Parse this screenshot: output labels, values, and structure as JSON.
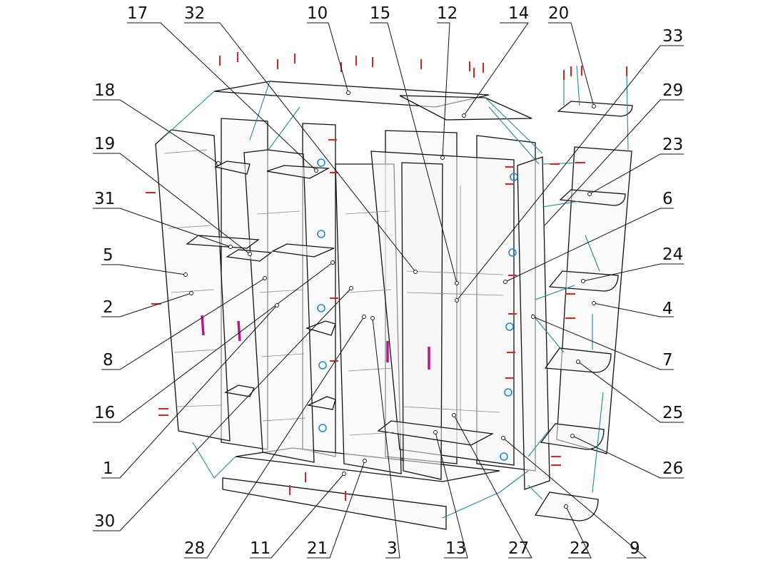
{
  "labels": {
    "l1": "1",
    "l2": "2",
    "l3": "3",
    "l4": "4",
    "l5": "5",
    "l6": "6",
    "l7": "7",
    "l8": "8",
    "l9": "9",
    "l10": "10",
    "l11": "11",
    "l12": "12",
    "l13": "13",
    "l14": "14",
    "l15": "15",
    "l16": "16",
    "l17": "17",
    "l18": "18",
    "l19": "19",
    "l20": "20",
    "l21": "21",
    "l22": "22",
    "l23": "23",
    "l24": "24",
    "l25": "25",
    "l26": "26",
    "l27": "27",
    "l28": "28",
    "l29": "29",
    "l30": "30",
    "l31": "31",
    "l32": "32",
    "l33": "33"
  },
  "colors": {
    "line": "#111111",
    "fastener_red": "#dd2222",
    "connector_teal": "#1e8a9a",
    "handle_magenta": "#c2128a",
    "hinge_blue": "#1e8ad0"
  }
}
